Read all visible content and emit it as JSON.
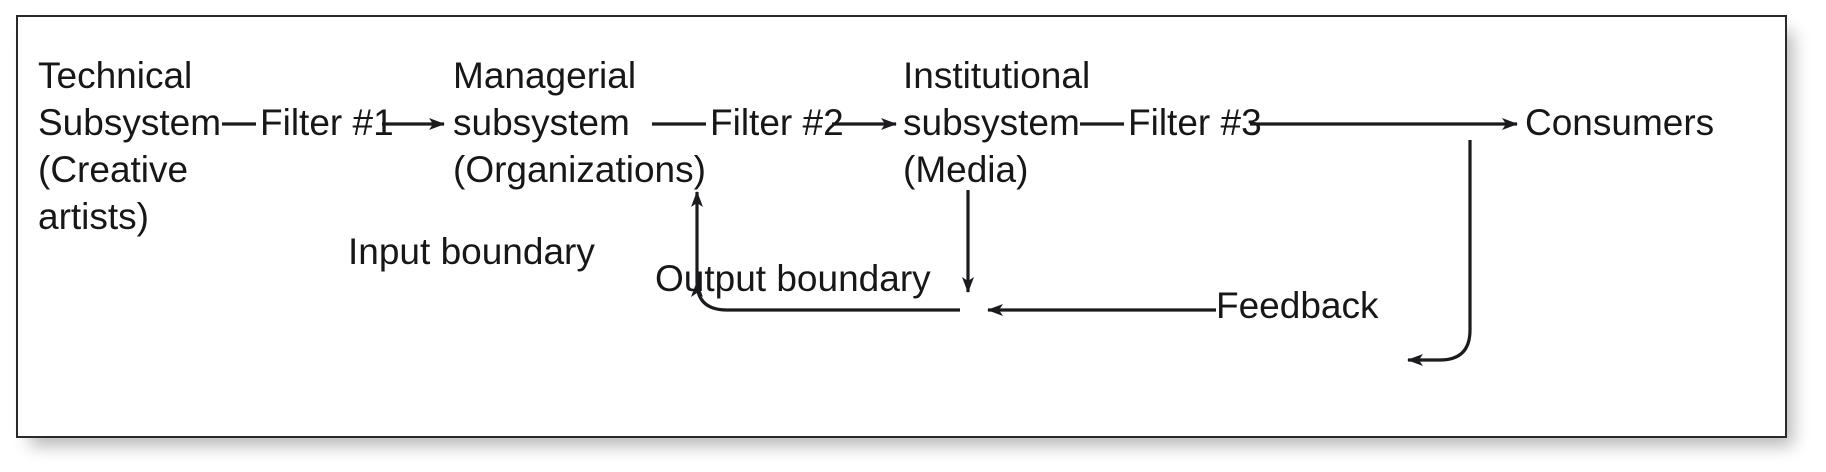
{
  "diagram": {
    "title": "Systems model of mass communication with filters and feedback",
    "type": "flow-diagram",
    "frame": {
      "border_color": "#2a2a2e",
      "background": "#ffffff",
      "has_drop_shadow": true
    },
    "text_color": "#17171a",
    "line_color": "#1b1b1f",
    "nodes": [
      {
        "id": "technical",
        "label": "Technical\nSubsystem\n(Creative\nartists)"
      },
      {
        "id": "managerial",
        "label": "Managerial\nsubsystem\n(Organizations)"
      },
      {
        "id": "institutional",
        "label": "Institutional\nsubsystem\n(Media)"
      },
      {
        "id": "consumers",
        "label": "Consumers"
      }
    ],
    "edge_labels": [
      {
        "id": "filter1",
        "label": "Filter #1"
      },
      {
        "id": "filter2",
        "label": "Filter #2"
      },
      {
        "id": "filter3",
        "label": "Filter #3"
      },
      {
        "id": "input-boundary",
        "label": "Input boundary"
      },
      {
        "id": "output-boundary",
        "label": "Output boundary"
      },
      {
        "id": "feedback",
        "label": "Feedback"
      }
    ],
    "edges": [
      {
        "from": "technical",
        "to": "managerial",
        "label": "Filter #1",
        "direction": "right",
        "arrowhead": true
      },
      {
        "from": "managerial",
        "to": "institutional",
        "label": "Filter #2",
        "direction": "right",
        "arrowhead": true
      },
      {
        "from": "institutional",
        "to": "consumers",
        "label": "Filter #3",
        "direction": "right",
        "arrowhead": true
      },
      {
        "from": "consumers",
        "to": "feedback-path",
        "label": "Feedback",
        "direction": "down-left",
        "arrowhead": true
      },
      {
        "from": "institutional",
        "to": "feedback-path",
        "label": "",
        "direction": "down",
        "arrowhead": true
      },
      {
        "from": "feedback-path",
        "to": "managerial",
        "label": "Output boundary",
        "direction": "up",
        "arrowhead": true
      },
      {
        "from": "feedback-path",
        "to": "managerial",
        "label": "Input boundary",
        "direction": "up",
        "arrowhead": true
      }
    ]
  }
}
